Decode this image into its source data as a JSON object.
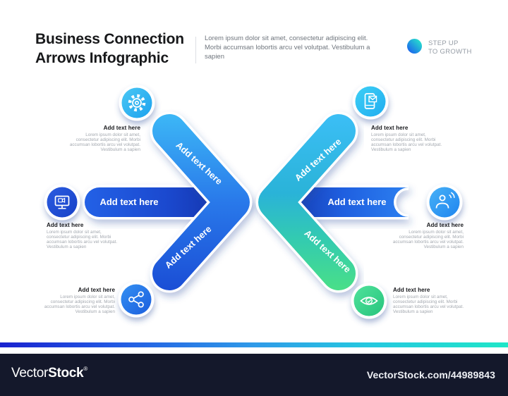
{
  "header": {
    "title_line1": "Business Connection",
    "title_line2": "Arrows Infographic",
    "description": "Lorem ipsum dolor sit amet, consectetur adipiscing elit. Morbi accumsan lobortis arcu vel volutpat. Vestibulum a sapien",
    "badge": {
      "line1": "STEP UP",
      "line2": "TO GROWTH"
    }
  },
  "diagram": {
    "bands": [
      {
        "id": "left-top-diagonal",
        "label": "Add text here"
      },
      {
        "id": "left-horizontal",
        "label": "Add text here"
      },
      {
        "id": "left-bottom-diagonal",
        "label": "Add text here"
      },
      {
        "id": "right-top-diagonal",
        "label": "Add text here"
      },
      {
        "id": "right-horizontal",
        "label": "Add text here"
      },
      {
        "id": "right-bottom-diagonal",
        "label": "Add text here"
      }
    ],
    "blocks": [
      {
        "id": "top-left",
        "icon": "gear",
        "heading": "Add text here",
        "body": "Lorem ipsum dolor sit amet, consectetur adipiscing elit. Morbi accumsan lobortis arcu vel volutpat. Vestibulum a sapien"
      },
      {
        "id": "top-right",
        "icon": "smartphone-mail",
        "heading": "Add text here",
        "body": "Lorem ipsum dolor sit amet, consectetur adipiscing elit. Morbi accumsan lobortis arcu vel volutpat. Vestibulum a sapien"
      },
      {
        "id": "middle-left",
        "icon": "monitor-video",
        "heading": "Add text here",
        "body": "Lorem ipsum dolor sit amet, consectetur adipiscing elit. Morbi accumsan lobortis arcu vel volutpat. Vestibulum a sapien"
      },
      {
        "id": "middle-right",
        "icon": "person-broadcast",
        "heading": "Add text here",
        "body": "Lorem ipsum dolor sit amet, consectetur adipiscing elit. Morbi accumsan lobortis arcu vel volutpat. Vestibulum a sapien"
      },
      {
        "id": "bottom-left",
        "icon": "share-nodes",
        "heading": "Add text here",
        "body": "Lorem ipsum dolor sit amet, consectetur adipiscing elit. Morbi accumsan lobortis arcu vel volutpat. Vestibulum a sapien"
      },
      {
        "id": "bottom-right",
        "icon": "eye-check",
        "heading": "Add text here",
        "body": "Lorem ipsum dolor sit amet, consectetur adipiscing elit. Morbi accumsan lobortis arcu vel volutpat. Vestibulum a sapien"
      }
    ]
  },
  "footer": {
    "brand_prefix": "Vector",
    "brand_suffix": "Stock",
    "registered_mark": "®",
    "watermark_ref": "VectorStock.com/44989843"
  },
  "colors": {
    "band_dark_blue": "#112b9c",
    "band_blue": "#2979ea",
    "band_cyan": "#3bbef5",
    "band_teal": "#2ab3d8",
    "band_green": "#48de8a",
    "footer_bg": "#14182b",
    "gradient_bar_left": "#1a23cf",
    "gradient_bar_right": "#1fe6c8"
  }
}
